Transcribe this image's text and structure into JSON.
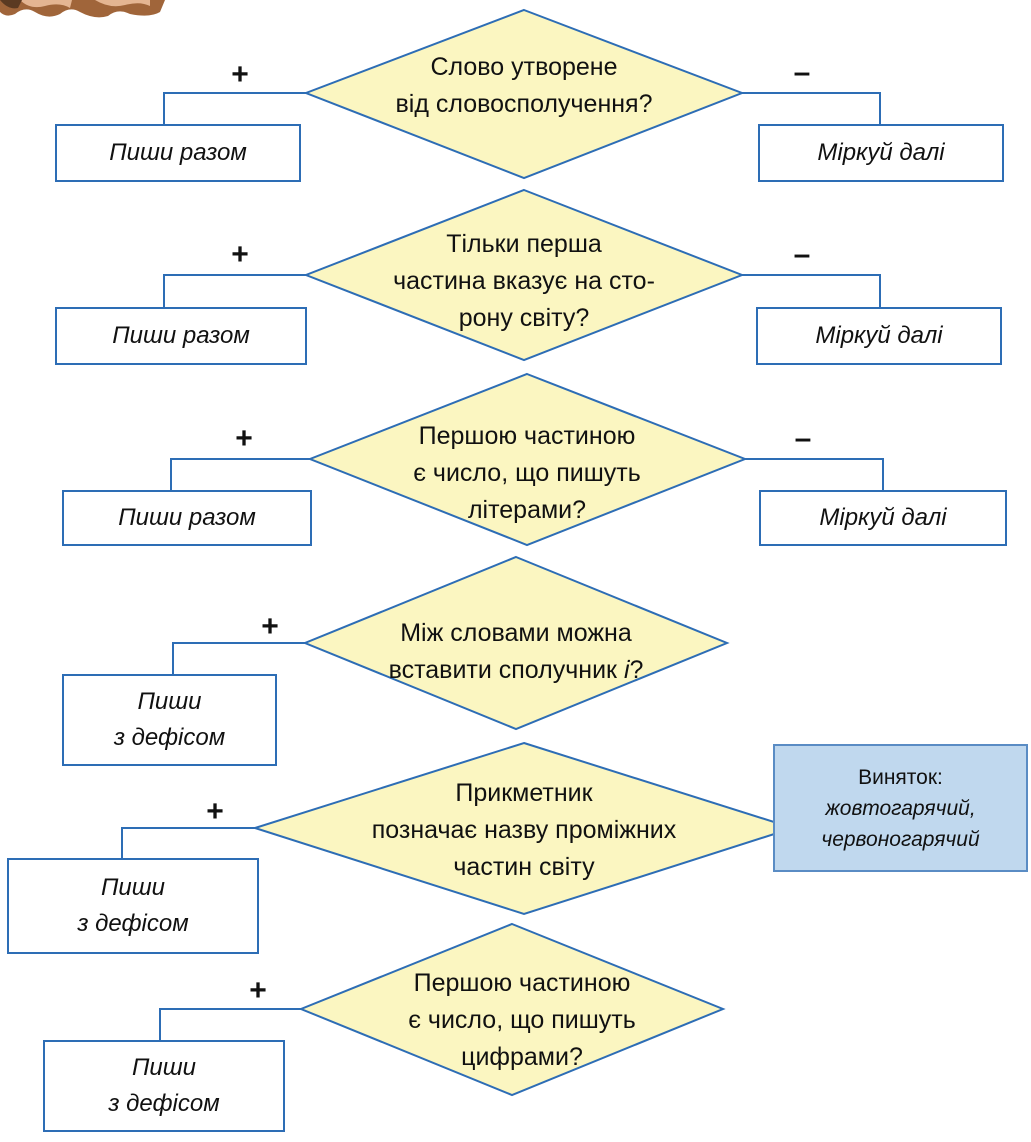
{
  "diagram": {
    "plus": "+",
    "minus": "–",
    "questions": [
      {
        "lines": [
          "Слово утворене",
          "від словосполучення?"
        ]
      },
      {
        "lines": [
          "Тільки перша",
          "частина вказує на сто-",
          "рону світу?"
        ]
      },
      {
        "lines": [
          "Першою частиною",
          "є число, що пишуть",
          "літерами?"
        ]
      },
      {
        "line1": "Між словами можна",
        "line2_pre": "вставити сполучник ",
        "line2_italic": "і",
        "line2_post": "?"
      },
      {
        "lines": [
          "Прикметник",
          "позначає назву проміжних",
          "частин світу"
        ]
      },
      {
        "lines": [
          "Першою частиною",
          "є число, що пишуть",
          "цифрами?"
        ]
      }
    ],
    "yes_boxes": [
      {
        "lines": [
          "Пиши разом"
        ]
      },
      {
        "lines": [
          "Пиши разом"
        ]
      },
      {
        "lines": [
          "Пиши разом"
        ]
      },
      {
        "lines": [
          "Пиши",
          "з дефісом"
        ]
      },
      {
        "lines": [
          "Пиши",
          "з дефісом"
        ]
      },
      {
        "lines": [
          "Пиши",
          "з дефісом"
        ]
      }
    ],
    "no_boxes": [
      {
        "lines": [
          "Міркуй далі"
        ]
      },
      {
        "lines": [
          "Міркуй далі"
        ]
      },
      {
        "lines": [
          "Міркуй далі"
        ]
      }
    ],
    "exception": {
      "title": "Виняток:",
      "words": [
        "жовтогарячий,",
        "червоногарячий"
      ]
    }
  },
  "colors": {
    "diamond_fill": "#fbf6c1",
    "diamond_stroke": "#2d6db5",
    "box_border": "#2d6db5",
    "note_fill": "#c0d8ee"
  }
}
